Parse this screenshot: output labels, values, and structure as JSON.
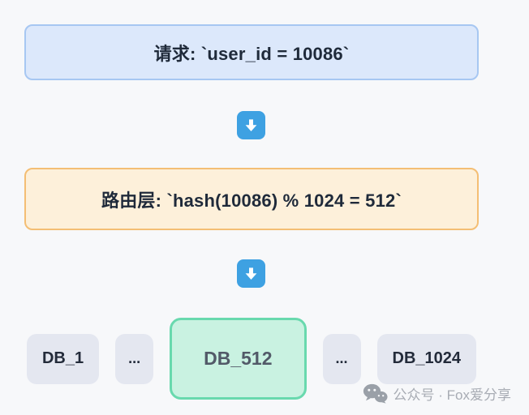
{
  "flow": {
    "request_label": "请求: `user_id = 10086`",
    "routing_label": "路由层: `hash(10086) % 1024 = 512`"
  },
  "databases": [
    {
      "label": "DB_1",
      "highlighted": false
    },
    {
      "label": "...",
      "highlighted": false
    },
    {
      "label": "DB_512",
      "highlighted": true
    },
    {
      "label": "...",
      "highlighted": false
    },
    {
      "label": "DB_1024",
      "highlighted": false
    }
  ],
  "watermark": {
    "icon": "wechat-icon",
    "text": "公众号 · Fox爱分享"
  },
  "colors": {
    "page_bg": "#f7f8fa",
    "request_box_bg": "#dce8fb",
    "request_box_border": "#a7c7f2",
    "routing_box_bg": "#fdf0da",
    "routing_box_border": "#f4be74",
    "arrow_blue": "#3ea1e2",
    "db_node_bg": "#e4e7f0",
    "db_highlight_bg": "#c9f2e1",
    "db_highlight_border": "#69d9ae",
    "box_text": "#1f2a3a",
    "db_highlight_text": "#525a68",
    "watermark_text": "#a8acb4"
  }
}
